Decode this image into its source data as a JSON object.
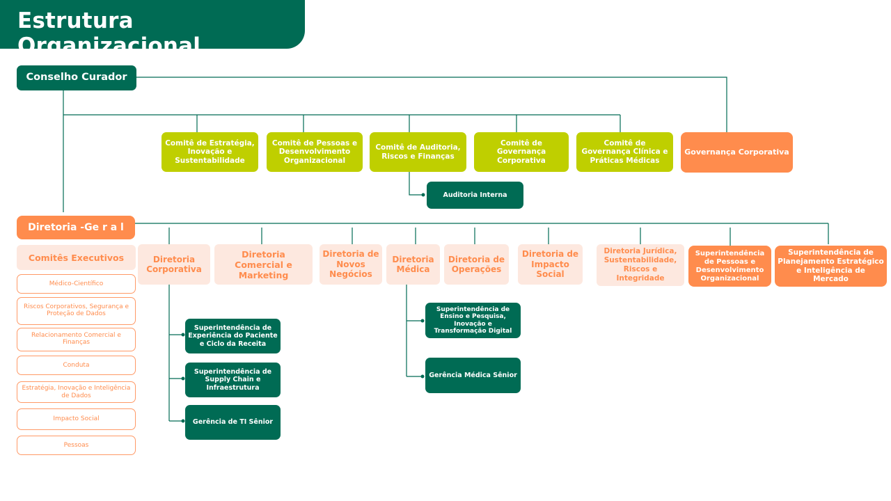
{
  "title": "Estrutura Organizacional",
  "colors": {
    "dark_green": "#006b54",
    "lime": "#bfcf00",
    "orange": "#ff8c4d",
    "peach": "#fde8df"
  },
  "board": "Conselho Curador",
  "committees": [
    "Comitê de Estratégia, Inovação e Sustentabilidade",
    "Comitê de Pessoas e Desenvolvimento Organizacional",
    "Comitê de Auditoria, Riscos e Finanças",
    "Comitê de Governança Corporativa",
    "Comitê de Governança Clínica e Práticas Médicas"
  ],
  "governance": "Governança Corporativa",
  "internal_audit": "Auditoria Interna",
  "general_directorate": "Diretoria -Ge r a l",
  "executive_committees": {
    "title": "Comitês Executivos",
    "items": [
      "Médico-Científico",
      "Riscos Corporativos, Segurança e Proteção de Dados",
      "Relacionamento Comercial e Finanças",
      "Conduta",
      "Estratégia, Inovação e Inteligência de Dados",
      "Impacto Social",
      "Pessoas"
    ]
  },
  "directorates": [
    "Diretoria Corporativa",
    "Diretoria Comercial e Marketing",
    "Diretoria de Novos Negócios",
    "Diretoria Médica",
    "Diretoria de Operações",
    "Diretoria de Impacto Social",
    "Diretoria Jurídica, Sustentabilidade, Riscos e Integridade"
  ],
  "superintendencies": [
    "Superintendência de Pessoas e Desenvolvimento Organizacional",
    "Superintendência de Planejamento Estratégico e Inteligência de Mercado"
  ],
  "corporate_units": [
    "Superintendência de Experiência do Paciente e Ciclo da Receita",
    "Superintendência de Supply Chain e Infraestrutura",
    "Gerência de TI Sênior"
  ],
  "medical_units": [
    "Superintendência de Ensino e Pesquisa, Inovação e Transformação Digital",
    "Gerência Médica Sênior"
  ]
}
